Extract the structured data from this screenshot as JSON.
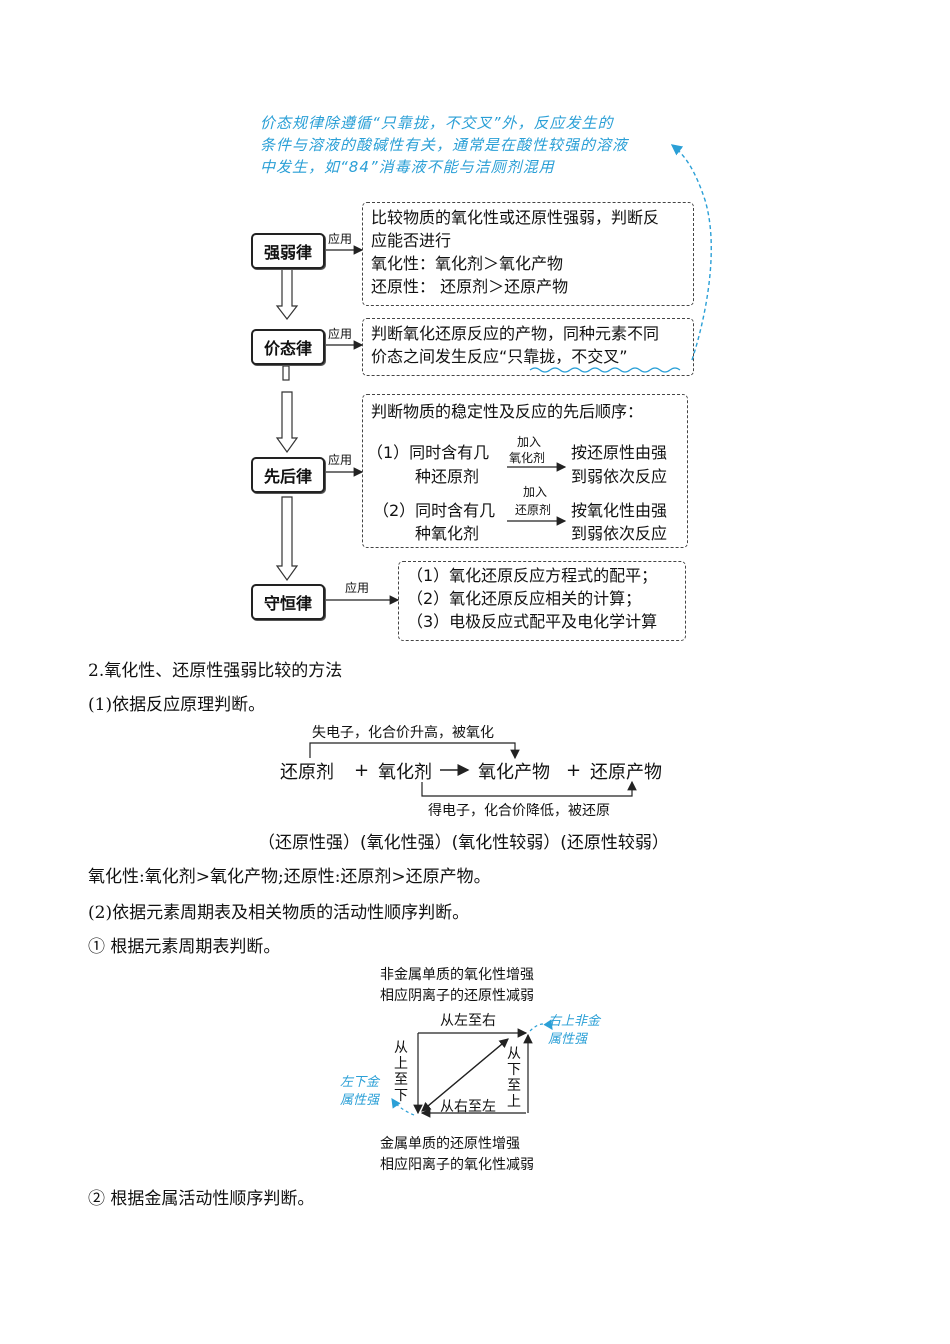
{
  "note": {
    "lines": [
      "价态规律除遵循“只靠拢，不交叉”外，反应发生的",
      "条件与溶液的酸碱性有关，通常是在酸性较强的溶液",
      "中发生，如“84”消毒液不能与洁厕剂混用"
    ]
  },
  "laws": {
    "strength": {
      "name": "强弱律",
      "apply": "应用",
      "lines": [
        "比较物质的氧化性或还原性强弱，判断反",
        "应能否进行",
        "氧化性：氧化剂＞氧化产物",
        "还原性：  还原剂＞还原产物"
      ]
    },
    "valence": {
      "name": "价态律",
      "apply": "应用",
      "lines": [
        "判断氧化还原反应的产物，同种元素不同",
        "价态之间发生反应“只靠拢，不交叉”"
      ]
    },
    "order": {
      "name": "先后律",
      "apply": "应用",
      "intro": "判断物质的稳定性及反应的先后顺序：",
      "c1_l1": "（1）同时含有几",
      "c1_l2": "种还原剂",
      "c1_arrow_top": "加入",
      "c1_arrow_bottom": "氧化剂",
      "c1_r1": "按还原性由强",
      "c1_r2": "到弱依次反应",
      "c2_l1": "（2）同时含有几",
      "c2_l2": "种氧化剂",
      "c2_arrow_top": "加入",
      "c2_arrow_bottom": "还原剂",
      "c2_r1": "按氧化性由强",
      "c2_r2": "到弱依次反应"
    },
    "conservation": {
      "name": "守恒律",
      "apply": "应用",
      "lines": [
        "（1）氧化还原反应方程式的配平；",
        "（2）氧化还原反应相关的计算；",
        "（3）电极反应式配平及电化学计算"
      ]
    }
  },
  "section2": {
    "heading": "2.氧化性、还原性强弱比较的方法",
    "sub1": "(1)依据反应原理判断。",
    "equation": {
      "top_label": "失电子，化合价升高，被氧化",
      "reductant": "还原剂",
      "plus1": "+",
      "oxidant": "氧化剂",
      "ox_product": "氧化产物",
      "plus2": "+",
      "red_product": "还原产物",
      "bottom_label": "得电子，化合价降低，被还原",
      "strength_line": "（还原性强）(氧化性强）(氧化性较弱）(还原性较弱）"
    },
    "conclusion": "氧化性:氧化剂>氧化产物;还原性:还原剂>还原产物。",
    "sub2": "(2)依据元素周期表及相关物质的活动性顺序判断。",
    "item1": "① 根据元素周期表判断。",
    "periodic": {
      "top1": "非金属单质的氧化性增强",
      "top2": "相应阴离子的还原性减弱",
      "left_to_right": "从左至右",
      "top_to_bottom": "从上至下",
      "bottom_to_top": "从下至上",
      "right_to_left": "从右至左",
      "note_right": [
        "右上非金",
        "属性强"
      ],
      "note_left": [
        "左下金",
        "属性强"
      ],
      "bottom1": "金属单质的还原性增强",
      "bottom2": "相应阳离子的氧化性减弱"
    },
    "item2": "② 根据金属活动性顺序判断。"
  }
}
